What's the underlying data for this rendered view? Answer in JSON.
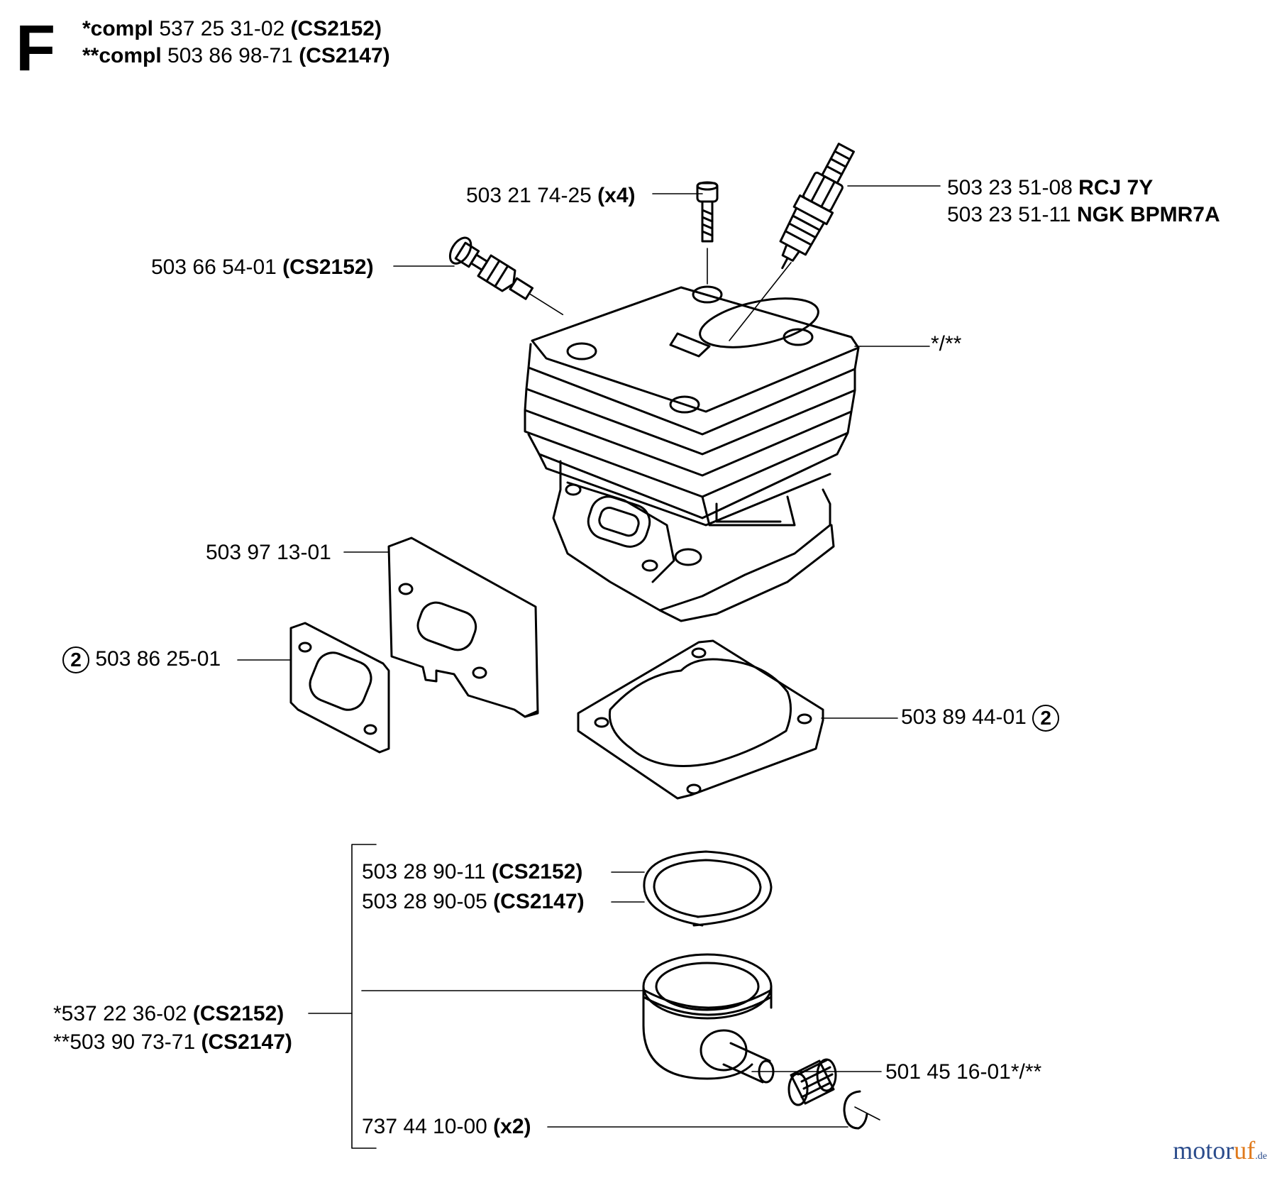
{
  "section_letter": "F",
  "header": {
    "line1": {
      "prefix": "*compl",
      "part": "537 25 31-02",
      "model": "(CS2152)"
    },
    "line2": {
      "prefix": "**compl",
      "part": "503 86 98-71",
      "model": "(CS2147)"
    }
  },
  "callouts": {
    "screw": {
      "part": "503 21 74-25",
      "qty": "(x4)"
    },
    "spark_plug_1": {
      "part": "503 23 51-08",
      "type": "RCJ 7Y"
    },
    "spark_plug_2": {
      "part": "503 23 51-11",
      "type": "NGK BPMR7A"
    },
    "decomp_valve": {
      "part": "503 66 54-01",
      "model": "(CS2152)"
    },
    "cylinder": {
      "text": "*/**"
    },
    "plate": {
      "part": "503 97 13-01"
    },
    "gasket_exhaust": {
      "badge": "2",
      "part": "503 86 25-01"
    },
    "gasket_base": {
      "part": "503 89 44-01",
      "badge": "2"
    },
    "ring_1": {
      "part": "503 28 90-11",
      "model": "(CS2152)"
    },
    "ring_2": {
      "part": "503 28 90-05",
      "model": "(CS2147)"
    },
    "piston_1": {
      "part": "*537 22 36-02",
      "model": "(CS2152)"
    },
    "piston_2": {
      "part": "**503 90 73-71",
      "model": "(CS2147)"
    },
    "bearing": {
      "part": "501 45 16-01*/**"
    },
    "circlip": {
      "part": "737 44 10-00",
      "qty": "(x2)"
    }
  },
  "watermark": {
    "main": "motor",
    "accent": "uf",
    "suffix": ".de"
  }
}
